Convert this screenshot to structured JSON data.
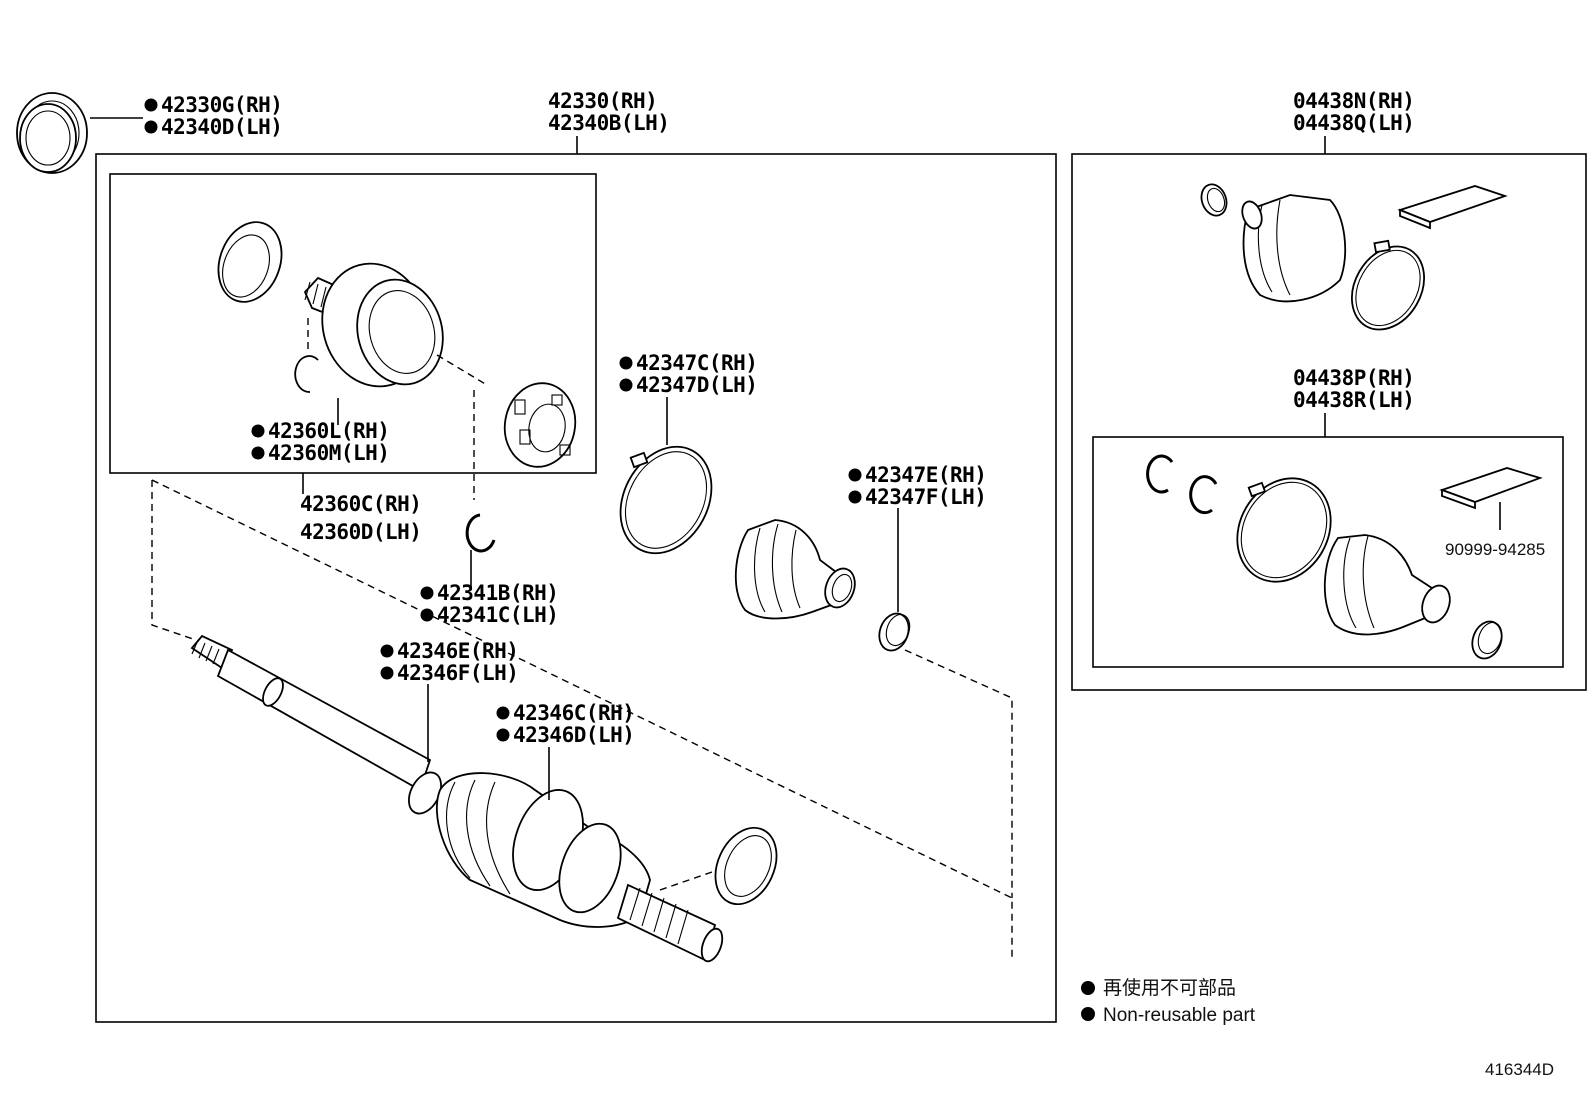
{
  "labels": {
    "outer_seal": [
      "42330G(RH)",
      "42340D(LH)"
    ],
    "shaft_assy": [
      "42330(RH)",
      "42340B(LH)"
    ],
    "boot_kit_outer": [
      "04438N(RH)",
      "04438Q(LH)"
    ],
    "boot_kit_inner": [
      "04438P(RH)",
      "04438R(LH)"
    ],
    "grease_pack": "90999-94285",
    "clamp_large": [
      "42347C(RH)",
      "42347D(LH)"
    ],
    "clamp_small": [
      "42347E(RH)",
      "42347F(LH)"
    ],
    "snap_ring_joint": [
      "42360L(RH)",
      "42360M(LH)"
    ],
    "outboard_joint": [
      "42360C(RH)",
      "42360D(LH)"
    ],
    "snap_ring_shaft": [
      "42341B(RH)",
      "42341C(LH)"
    ],
    "boot_clamp_1": [
      "42346E(RH)",
      "42346F(LH)"
    ],
    "boot_clamp_2": [
      "42346C(RH)",
      "42346D(LH)"
    ]
  },
  "legend": {
    "japanese": "再使用不可部品",
    "english": "Non-reusable part"
  },
  "diagram_code": "416344D"
}
